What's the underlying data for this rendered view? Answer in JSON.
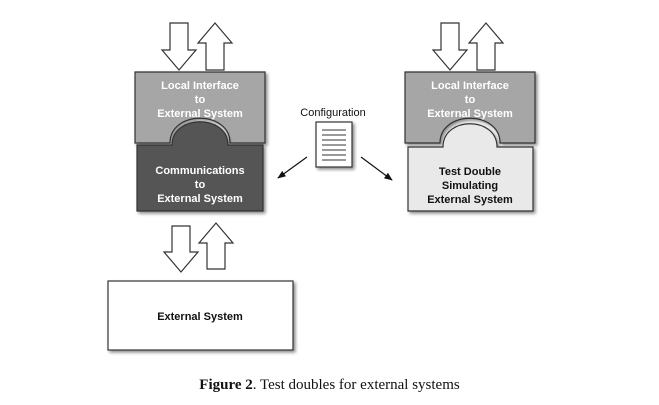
{
  "left_stack": {
    "top_block": [
      "Local Interface",
      "to",
      "External System"
    ],
    "bottom_block": [
      "Communications",
      "to",
      "External System"
    ]
  },
  "right_stack": {
    "top_block": [
      "Local Interface",
      "to",
      "External System"
    ],
    "bottom_block": [
      "Test Double",
      "Simulating",
      "External System"
    ]
  },
  "configuration_label": "Configuration",
  "external_system_label": "External System",
  "caption": {
    "prefix": "Figure 2",
    "text": ". Test doubles for external systems"
  },
  "colors": {
    "local_interface": "#a6a6a6",
    "communications": "#555555",
    "test_double": "#e9e9e9",
    "external_system": "#ffffff",
    "outline": "#333333"
  }
}
